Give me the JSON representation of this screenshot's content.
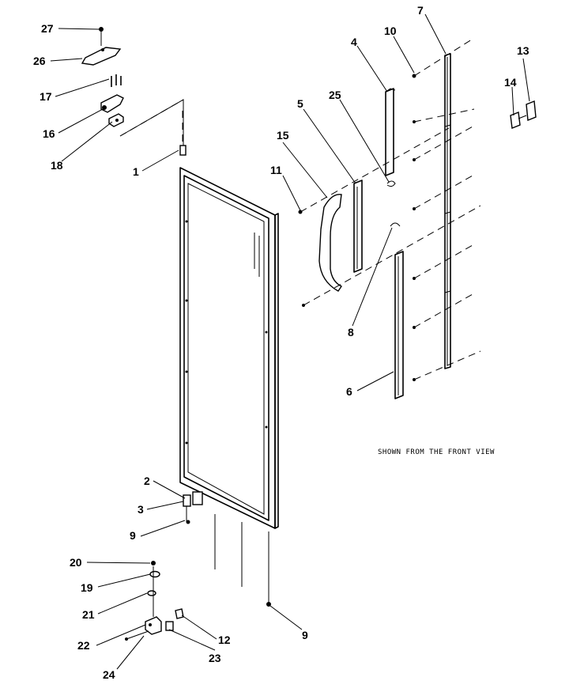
{
  "callouts": {
    "c1": "1",
    "c2": "2",
    "c3": "3",
    "c4": "4",
    "c5": "5",
    "c6": "6",
    "c7": "7",
    "c8": "8",
    "c9a": "9",
    "c9b": "9",
    "c10": "10",
    "c11": "11",
    "c12": "12",
    "c13": "13",
    "c14": "14",
    "c15": "15",
    "c16": "16",
    "c17": "17",
    "c18": "18",
    "c19": "19",
    "c20": "20",
    "c21": "21",
    "c22": "22",
    "c23": "23",
    "c24": "24",
    "c25": "25",
    "c26": "26",
    "c27": "27"
  },
  "note": "SHOWN FROM THE FRONT VIEW"
}
